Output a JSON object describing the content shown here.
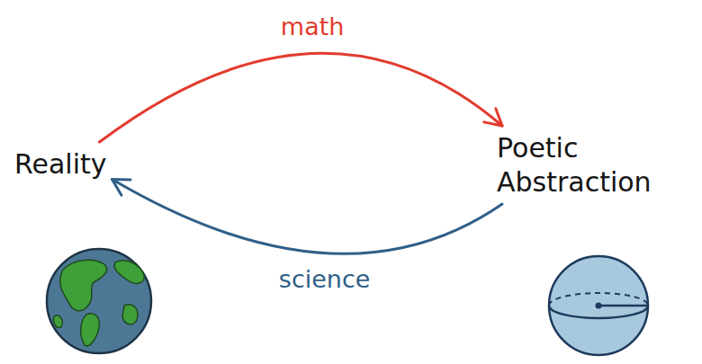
{
  "diagram": {
    "nodes": [
      {
        "text": [
          "Reality"
        ]
      },
      {
        "text": [
          "Poetic Abstraction"
        ]
      }
    ],
    "edges": [
      {
        "from": 0,
        "to": 1,
        "arrow": "to",
        "label": "math"
      },
      {
        "from": 1,
        "to": 0,
        "arrow": "to",
        "label": "science"
      }
    ]
  }
}
